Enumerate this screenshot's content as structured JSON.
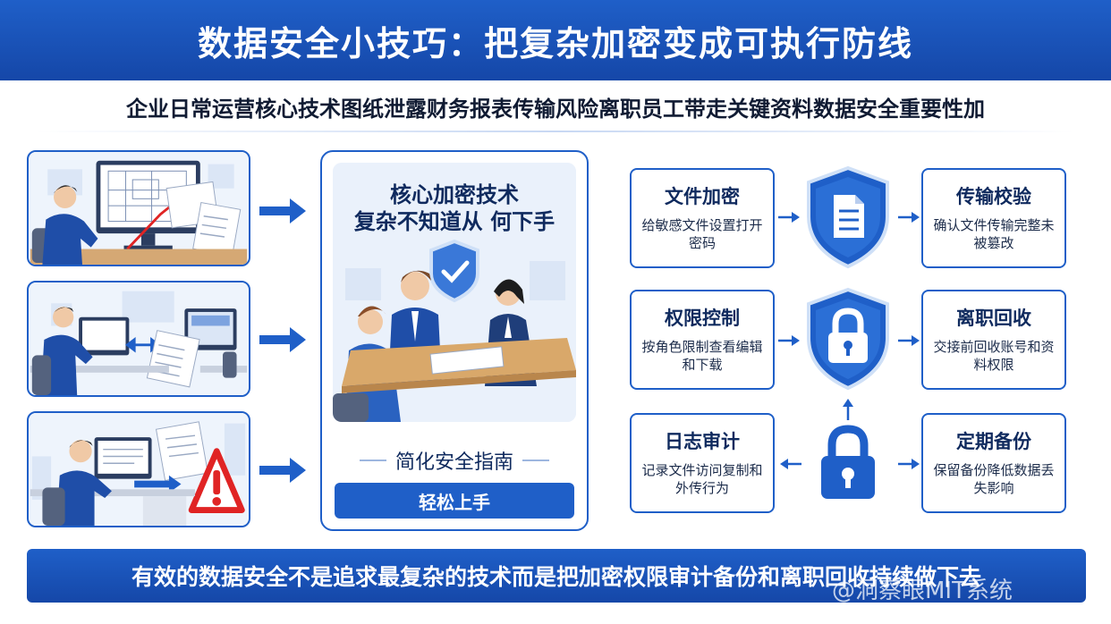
{
  "header": {
    "title": "数据安全小技巧：把复杂加密变成可执行防线"
  },
  "subtitle": "企业日常运营核心技术图纸泄露财务报表传输风险离职员工带走关键资料数据安全重要性加",
  "center": {
    "line1": "核心加密技术",
    "line2": "复杂不知道从 何下手",
    "guide": "简化安全指南",
    "button": "轻松上手"
  },
  "steps": [
    {
      "title": "文件加密",
      "desc": "给敏感文件设置打开密码"
    },
    {
      "title": "传输校验",
      "desc": "确认文件传输完整未被篡改"
    },
    {
      "title": "权限控制",
      "desc": "按角色限制查看编辑和下载"
    },
    {
      "title": "离职回收",
      "desc": "交接前回收账号和资料权限"
    },
    {
      "title": "日志审计",
      "desc": "记录文件访问复制和外传行为"
    },
    {
      "title": "定期备份",
      "desc": "保留备份降低数据丢失影响"
    }
  ],
  "icons": [
    "document-shield-icon",
    "padlock-shield-icon",
    "padlock-icon",
    "warning-icon",
    "check-shield-icon"
  ],
  "colors": {
    "primary": "#1f5fc8",
    "warning": "#e02424"
  },
  "footer": {
    "text": "有效的数据安全不是追求最复杂的技术而是把加密权限审计备份和离职回收持续做下去"
  },
  "watermark": "@洞察眼MIT系统"
}
